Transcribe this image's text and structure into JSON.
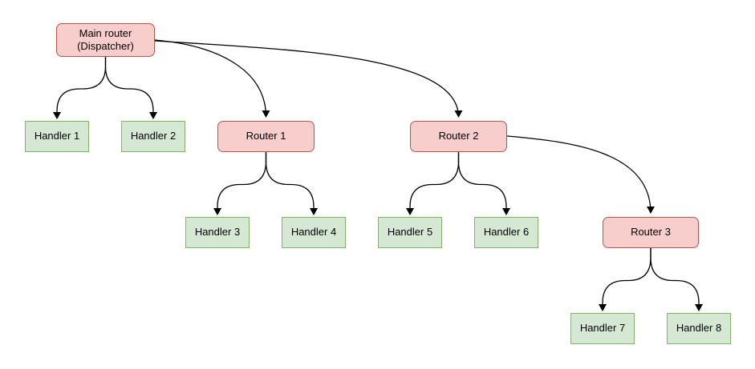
{
  "diagram": {
    "type": "tree-flowchart",
    "nodes": {
      "main": {
        "label": "Main router\n(Dispatcher)",
        "type": "router"
      },
      "handler1": {
        "label": "Handler 1",
        "type": "handler"
      },
      "handler2": {
        "label": "Handler 2",
        "type": "handler"
      },
      "router1": {
        "label": "Router 1",
        "type": "router"
      },
      "router2": {
        "label": "Router 2",
        "type": "router"
      },
      "handler3": {
        "label": "Handler 3",
        "type": "handler"
      },
      "handler4": {
        "label": "Handler 4",
        "type": "handler"
      },
      "handler5": {
        "label": "Handler 5",
        "type": "handler"
      },
      "handler6": {
        "label": "Handler 6",
        "type": "handler"
      },
      "router3": {
        "label": "Router 3",
        "type": "router"
      },
      "handler7": {
        "label": "Handler 7",
        "type": "handler"
      },
      "handler8": {
        "label": "Handler 8",
        "type": "handler"
      }
    },
    "edges": [
      {
        "from": "main",
        "to": "handler1"
      },
      {
        "from": "main",
        "to": "handler2"
      },
      {
        "from": "main",
        "to": "router1"
      },
      {
        "from": "main",
        "to": "router2"
      },
      {
        "from": "router1",
        "to": "handler3"
      },
      {
        "from": "router1",
        "to": "handler4"
      },
      {
        "from": "router2",
        "to": "handler5"
      },
      {
        "from": "router2",
        "to": "handler6"
      },
      {
        "from": "router2",
        "to": "router3"
      },
      {
        "from": "router3",
        "to": "handler7"
      },
      {
        "from": "router3",
        "to": "handler8"
      }
    ],
    "colors": {
      "router_fill": "#f8cecc",
      "router_border": "#b85450",
      "handler_fill": "#d5e8d4",
      "handler_border": "#82b366",
      "edge_color": "#000000",
      "background": "#ffffff"
    }
  }
}
